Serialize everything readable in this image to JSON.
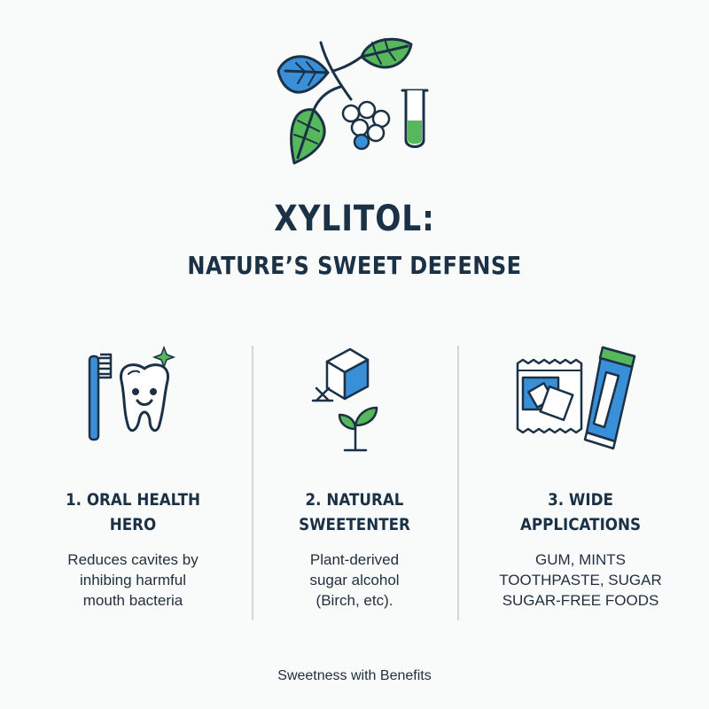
{
  "title": "XYLITOL:",
  "subtitle": "NATURE’S SWEET DEFENSE",
  "columns": [
    {
      "heading": "1. ORAL HEALTH\nHERO",
      "body": "Reduces cavites by\ninhibing harmful\nmouth bacteria",
      "icons": [
        "toothbrush-icon",
        "smiling-tooth-icon",
        "sparkle-icon"
      ]
    },
    {
      "heading": "2. NATURAL\nSWEETENTER",
      "body": "Plant-derived\nsugar alcohol\n(Birch, etc).",
      "icons": [
        "sugar-cube-icon",
        "cross-mark-icon",
        "sprout-icon"
      ]
    },
    {
      "heading": "3. WIDE\nAPPLICATIONS",
      "body": "GUM, MINTS\nTOOTHPASTE, SUGAR\nSUGAR-FREE FOODS",
      "icons": [
        "gum-pack-icon",
        "toothpaste-tube-icon"
      ]
    }
  ],
  "footer": "Sweetness with Benefits",
  "hero_icons": [
    "birch-leaves-icon",
    "berries-icon",
    "test-tube-icon"
  ],
  "colors": {
    "navy": "#1b3146",
    "blue": "#3a8fd9",
    "green": "#56b85a",
    "divider": "#cfd6dc"
  }
}
